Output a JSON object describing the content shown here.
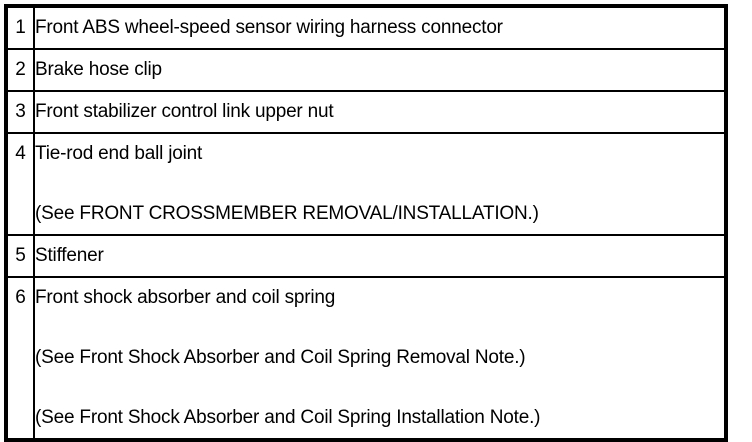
{
  "table": {
    "colors": {
      "text": "#000000",
      "background": "#ffffff",
      "border": "#000000"
    },
    "rows": [
      {
        "number": "1",
        "lines": [
          "Front ABS wheel-speed sensor wiring harness connector"
        ]
      },
      {
        "number": "2",
        "lines": [
          "Brake hose clip"
        ]
      },
      {
        "number": "3",
        "lines": [
          "Front stabilizer control link upper nut"
        ]
      },
      {
        "number": "4",
        "lines": [
          "Tie-rod end ball joint",
          "(See FRONT CROSSMEMBER REMOVAL/INSTALLATION.)"
        ]
      },
      {
        "number": "5",
        "lines": [
          "Stiffener"
        ]
      },
      {
        "number": "6",
        "lines": [
          "Front shock absorber and coil spring",
          "(See Front Shock Absorber and Coil Spring Removal Note.)",
          "(See Front Shock Absorber and Coil Spring Installation Note.)"
        ]
      }
    ]
  }
}
